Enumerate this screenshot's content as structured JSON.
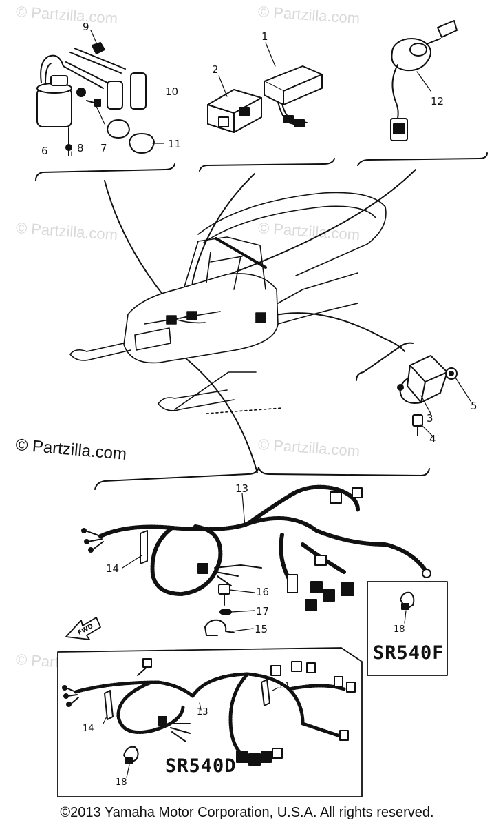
{
  "watermark": "© Partzilla.com",
  "copyright": "©2013 Yamaha Motor Corporation, U.S.A. All rights reserved.",
  "model_labels": {
    "sr540f": "SR540F",
    "sr540d": "SR540D"
  },
  "front_arrow_label": "FWD",
  "callouts": {
    "c1": "1",
    "c2": "2",
    "c3": "3",
    "c4": "4",
    "c5": "5",
    "c6": "6",
    "c7": "7",
    "c8": "8",
    "c9": "9",
    "c10": "10",
    "c11": "11",
    "c12": "12",
    "c13": "13",
    "c14": "14",
    "c15": "15",
    "c16": "16",
    "c17": "17",
    "c18": "18",
    "c13b": "13",
    "c14b": "14",
    "c14c": "14",
    "c18b": "18"
  },
  "colors": {
    "ink": "#111111",
    "watermark": "#d9d9d9",
    "background": "#ffffff"
  }
}
